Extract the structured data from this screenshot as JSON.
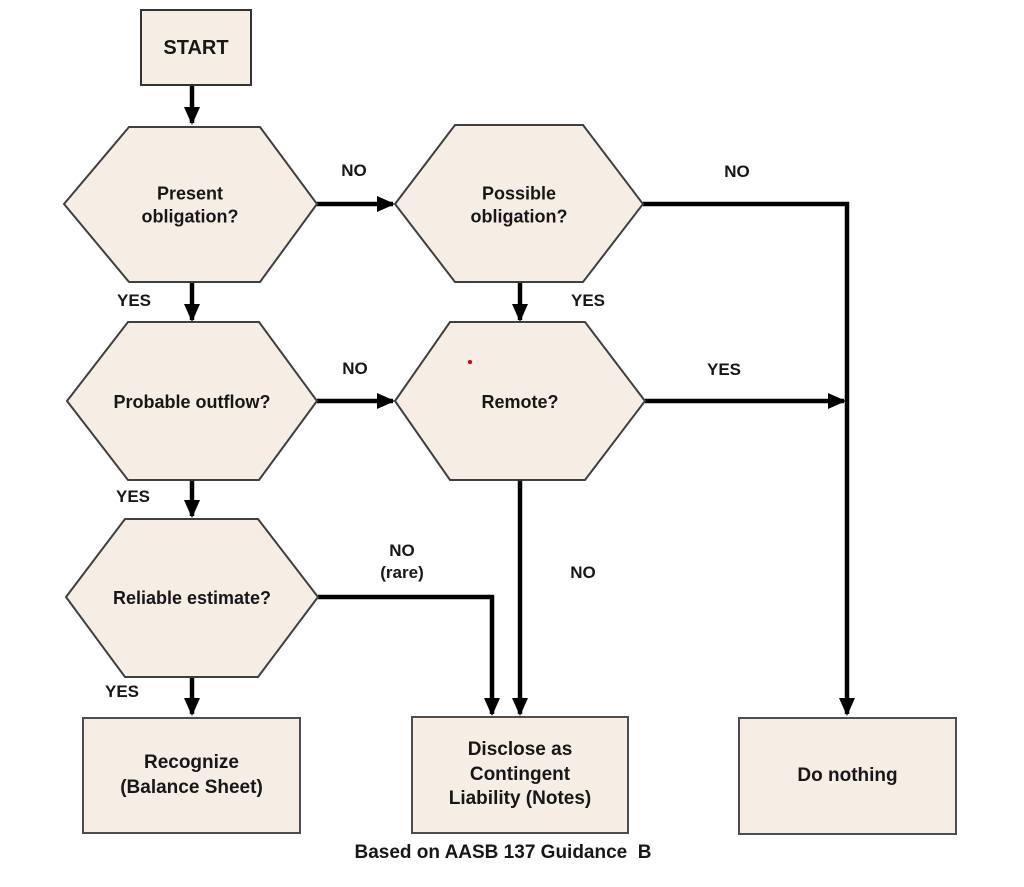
{
  "diagram": {
    "caption": "Based on AASB 137 Guidance  B",
    "colors": {
      "node_fill": "#f6ede4",
      "node_border": "#4d4d4d",
      "connector": "#000000",
      "text": "#171717",
      "artifact_dot": "#cc0000",
      "background": "#ffffff"
    },
    "nodes": {
      "start": {
        "label": "START",
        "type": "terminator"
      },
      "present": {
        "label": "Present\nobligation?",
        "type": "decision"
      },
      "possible": {
        "label": "Possible\nobligation?",
        "type": "decision"
      },
      "probable": {
        "label": "Probable outflow?",
        "type": "decision"
      },
      "remote": {
        "label": "Remote?",
        "type": "decision"
      },
      "reliable": {
        "label": "Reliable estimate?",
        "type": "decision"
      },
      "recognize": {
        "label": "Recognize\n(Balance Sheet)",
        "type": "outcome"
      },
      "disclose": {
        "label": "Disclose as\nContingent\nLiability (Notes)",
        "type": "outcome"
      },
      "do_nothing": {
        "label": "Do nothing",
        "type": "outcome"
      }
    },
    "edge_labels": {
      "present_no": "NO",
      "possible_no": "NO",
      "present_yes": "YES",
      "possible_yes": "YES",
      "probable_no": "NO",
      "remote_yes": "YES",
      "probable_yes": "YES",
      "reliable_no": "NO\n(rare)",
      "remote_no": "NO",
      "reliable_yes": "YES"
    }
  }
}
